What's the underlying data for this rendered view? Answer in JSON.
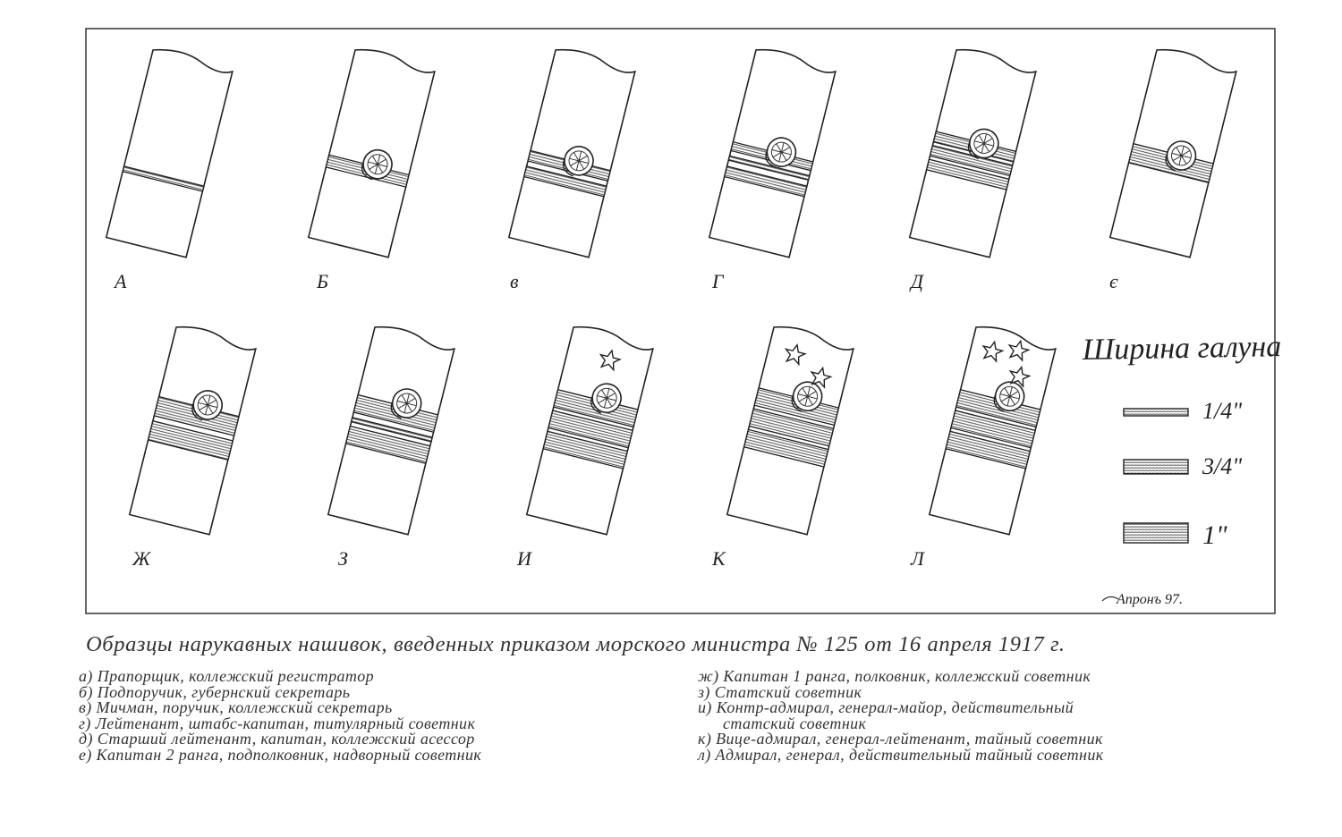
{
  "panel_letters": [
    "А",
    "Б",
    "в",
    "Г",
    "Д",
    "є",
    "Ж",
    "З",
    "И",
    "К",
    "Л"
  ],
  "width_legend": {
    "title": "Ширина галуна",
    "items": [
      {
        "label": "1/4\""
      },
      {
        "label": "3/4\""
      },
      {
        "label": "1\""
      }
    ]
  },
  "signature": "Апронъ 97.",
  "caption": "Образцы нарукавных нашивок, введенных приказом морского министра № 125 от 16 апреля 1917 г.",
  "legend_left": [
    "а) Прапорщик, коллежский регистратор",
    "б) Подпоручик, губернский секретарь",
    "в) Мичман, поручик, коллежский секретарь",
    "г) Лейтенант, штабс-капитан, титулярный советник",
    "д) Старший лейтенант, капитан, коллежский асессор",
    "е) Капитан 2 ранга, подполковник, надворный советник"
  ],
  "legend_right": {
    "zh": "ж) Капитан 1 ранга, полковник, коллежский советник",
    "z": "з) Статский советник",
    "i": "и) Контр-адмирал, генерал-майор, действительный",
    "i_cont": "статский советник",
    "k": "к) Вице-адмирал, генерал-лейтенант, тайный советник",
    "l": "л) Адмирал, генерал, действительный тайный советник"
  }
}
